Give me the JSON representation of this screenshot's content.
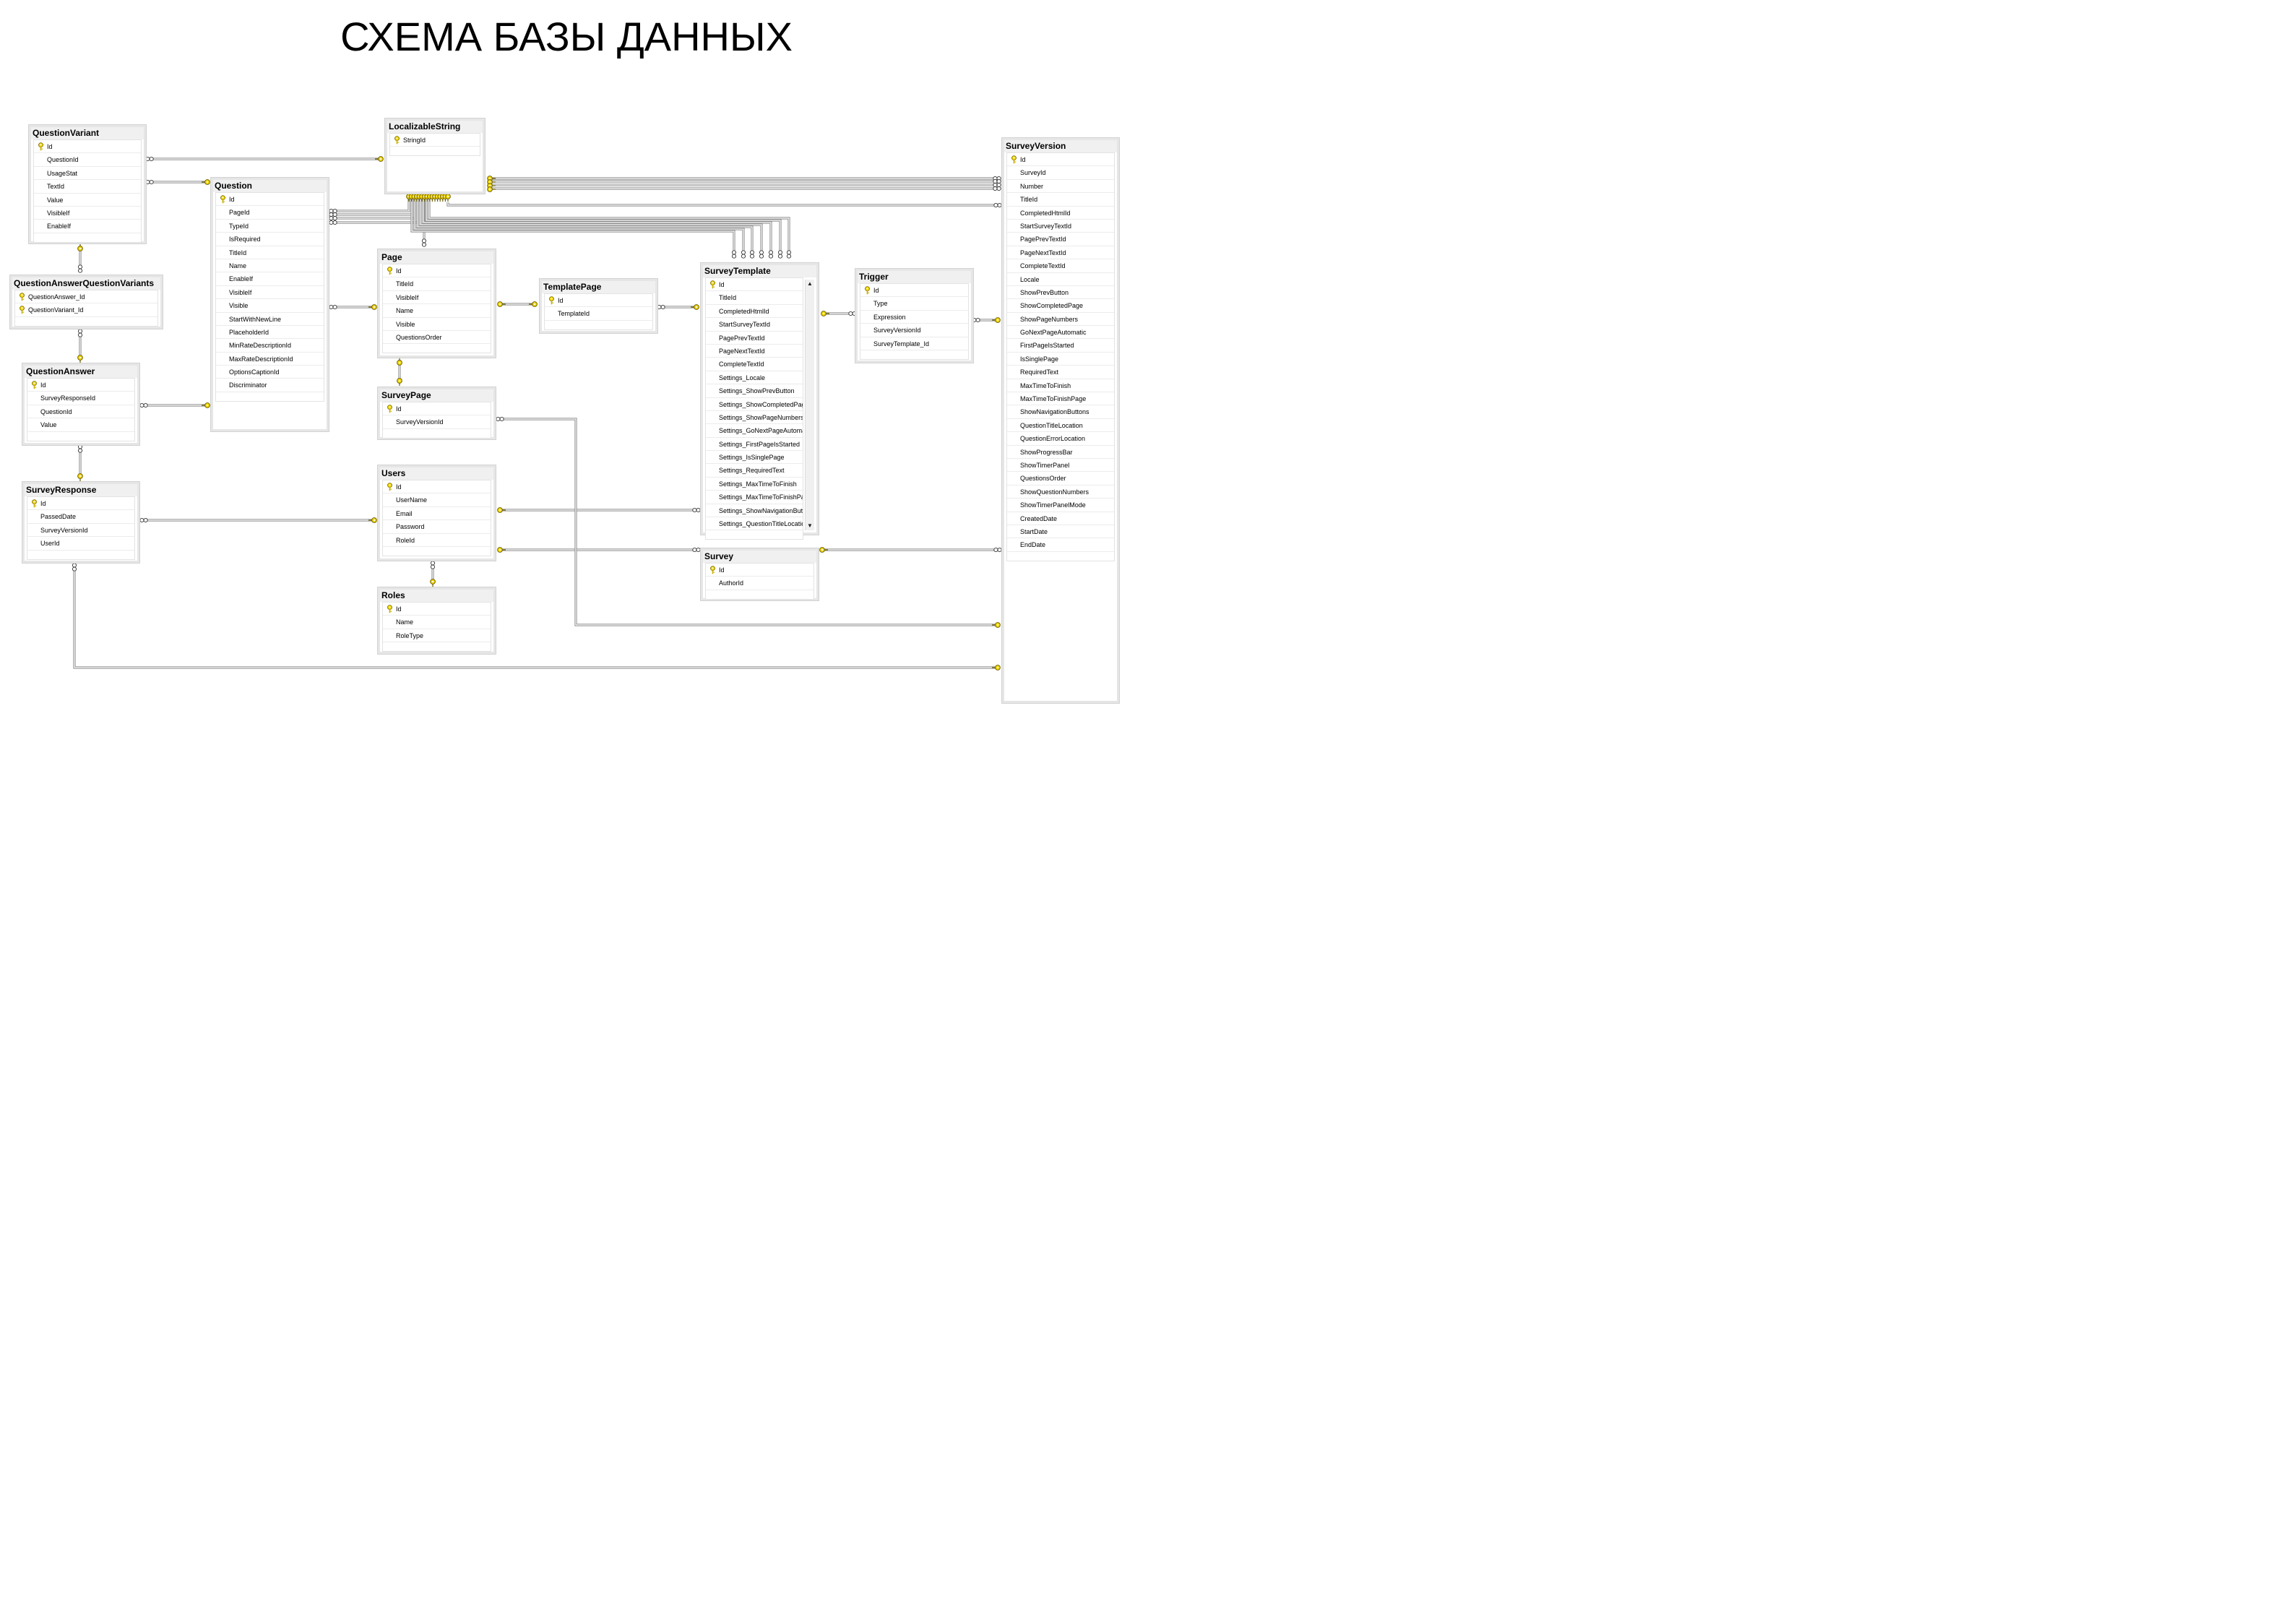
{
  "title": "СХЕМА БАЗЫ ДАННЫХ",
  "colors": {
    "key": "#f0d400",
    "line": "#9a9a9a",
    "header": "#f0f0f0"
  },
  "tables": {
    "QuestionVariant": {
      "name": "QuestionVariant",
      "columns": [
        "Id",
        "QuestionId",
        "UsageStat",
        "TextId",
        "Value",
        "VisibleIf",
        "EnableIf"
      ]
    },
    "LocalizableString": {
      "name": "LocalizableString",
      "columns": [
        "StringId"
      ]
    },
    "Question": {
      "name": "Question",
      "columns": [
        "Id",
        "PageId",
        "TypeId",
        "IsRequired",
        "TitleId",
        "Name",
        "EnableIf",
        "VisibleIf",
        "Visible",
        "StartWithNewLine",
        "PlaceholderId",
        "MinRateDescriptionId",
        "MaxRateDescriptionId",
        "OptionsCaptionId",
        "Discriminator"
      ]
    },
    "QuestionAnswerQuestionVariants": {
      "name": "QuestionAnswerQuestionVariants",
      "columns": [
        "QuestionAnswer_Id",
        "QuestionVariant_Id"
      ]
    },
    "QuestionAnswer": {
      "name": "QuestionAnswer",
      "columns": [
        "Id",
        "SurveyResponseId",
        "QuestionId",
        "Value"
      ]
    },
    "SurveyResponse": {
      "name": "SurveyResponse",
      "columns": [
        "Id",
        "PassedDate",
        "SurveyVersionId",
        "UserId"
      ]
    },
    "Page": {
      "name": "Page",
      "columns": [
        "Id",
        "TitleId",
        "VisibleIf",
        "Name",
        "Visible",
        "QuestionsOrder"
      ]
    },
    "SurveyPage": {
      "name": "SurveyPage",
      "columns": [
        "Id",
        "SurveyVersionId"
      ]
    },
    "Users": {
      "name": "Users",
      "columns": [
        "Id",
        "UserName",
        "Email",
        "Password",
        "RoleId"
      ]
    },
    "Roles": {
      "name": "Roles",
      "columns": [
        "Id",
        "Name",
        "RoleType"
      ]
    },
    "TemplatePage": {
      "name": "TemplatePage",
      "columns": [
        "Id",
        "TemplateId"
      ]
    },
    "SurveyTemplate": {
      "name": "SurveyTemplate",
      "columns": [
        "Id",
        "TitleId",
        "CompletedHtmlId",
        "StartSurveyTextId",
        "PagePrevTextId",
        "PageNextTextId",
        "CompleteTextId",
        "Settings_Locale",
        "Settings_ShowPrevButton",
        "Settings_ShowCompletedPage",
        "Settings_ShowPageNumbers",
        "Settings_GoNextPageAutomatic",
        "Settings_FirstPageIsStarted",
        "Settings_IsSinglePage",
        "Settings_RequiredText",
        "Settings_MaxTimeToFinish",
        "Settings_MaxTimeToFinishPage",
        "Settings_ShowNavigationButt...",
        "Settings_QuestionTitleLocation"
      ]
    },
    "Trigger": {
      "name": "Trigger",
      "columns": [
        "Id",
        "Type",
        "Expression",
        "SurveyVersionId",
        "SurveyTemplate_Id"
      ]
    },
    "Survey": {
      "name": "Survey",
      "columns": [
        "Id",
        "AuthorId"
      ]
    },
    "SurveyVersion": {
      "name": "SurveyVersion",
      "columns": [
        "Id",
        "SurveyId",
        "Number",
        "TitleId",
        "CompletedHtmlId",
        "StartSurveyTextId",
        "PagePrevTextId",
        "PageNextTextId",
        "CompleteTextId",
        "Locale",
        "ShowPrevButton",
        "ShowCompletedPage",
        "ShowPageNumbers",
        "GoNextPageAutomatic",
        "FirstPageIsStarted",
        "IsSinglePage",
        "RequiredText",
        "MaxTimeToFinish",
        "MaxTimeToFinishPage",
        "ShowNavigationButtons",
        "QuestionTitleLocation",
        "QuestionErrorLocation",
        "ShowProgressBar",
        "ShowTimerPanel",
        "QuestionsOrder",
        "ShowQuestionNumbers",
        "ShowTimerPanelMode",
        "CreatedDate",
        "StartDate",
        "EndDate"
      ]
    }
  }
}
